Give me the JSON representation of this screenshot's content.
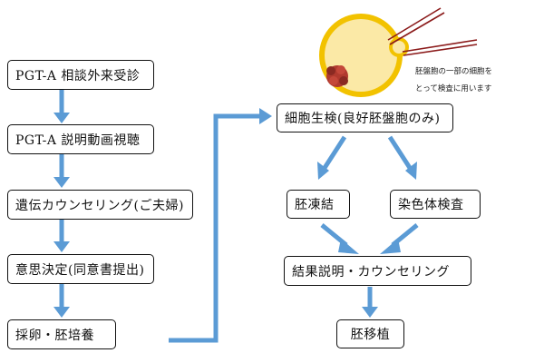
{
  "steps_left": [
    "PGT-A 相談外来受診",
    "PGT-A 説明動画視聴",
    "遺伝カウンセリング(ご夫婦)",
    "意思決定(同意書提出)",
    "採卵・胚培養"
  ],
  "biopsy_step": "細胞生検(良好胚盤胞のみ)",
  "branch_left": "胚凍結",
  "branch_right": "染色体検査",
  "result_step": "結果説明・カウンセリング",
  "final_step": "胚移植",
  "illustration_note": {
    "line1": "胚盤胞の一部の細胞を",
    "line2": "とって検査に用います"
  },
  "colors": {
    "arrow": "#5b9bd5",
    "cell_outer": "#f2c200",
    "cell_inner": "#fbe9a6",
    "inner_mass": "#b03a2e",
    "pipette": "#8b1a1a"
  }
}
